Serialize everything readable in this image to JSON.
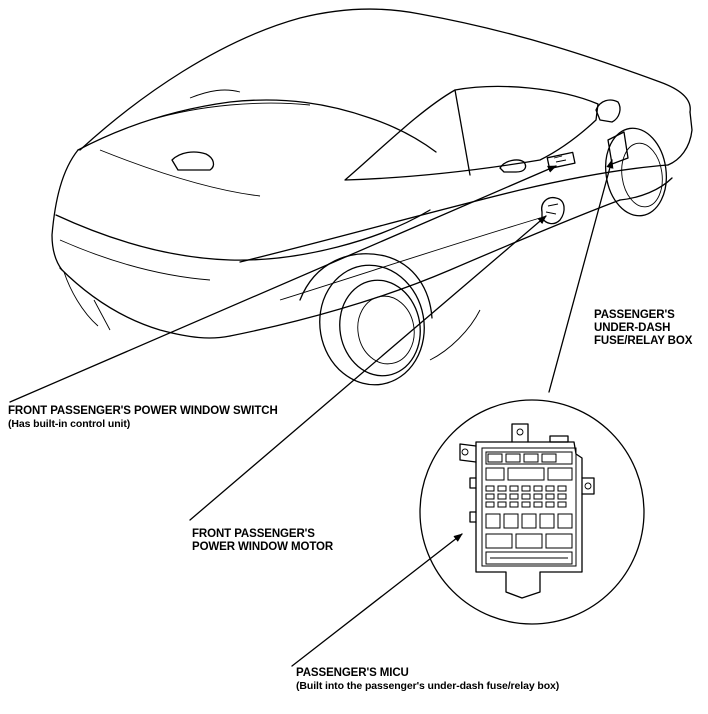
{
  "labels": {
    "switch": {
      "title": "FRONT PASSENGER'S POWER WINDOW SWITCH",
      "note": "(Has built-in control unit)"
    },
    "motor": {
      "line1": "FRONT PASSENGER'S",
      "line2": "POWER WINDOW MOTOR"
    },
    "fusebox": {
      "line1": "PASSENGER'S",
      "line2": "UNDER-DASH",
      "line3": "FUSE/RELAY BOX"
    },
    "micu": {
      "title": "PASSENGER'S MICU",
      "note": "(Built into the passenger's under-dash fuse/relay box)"
    }
  }
}
